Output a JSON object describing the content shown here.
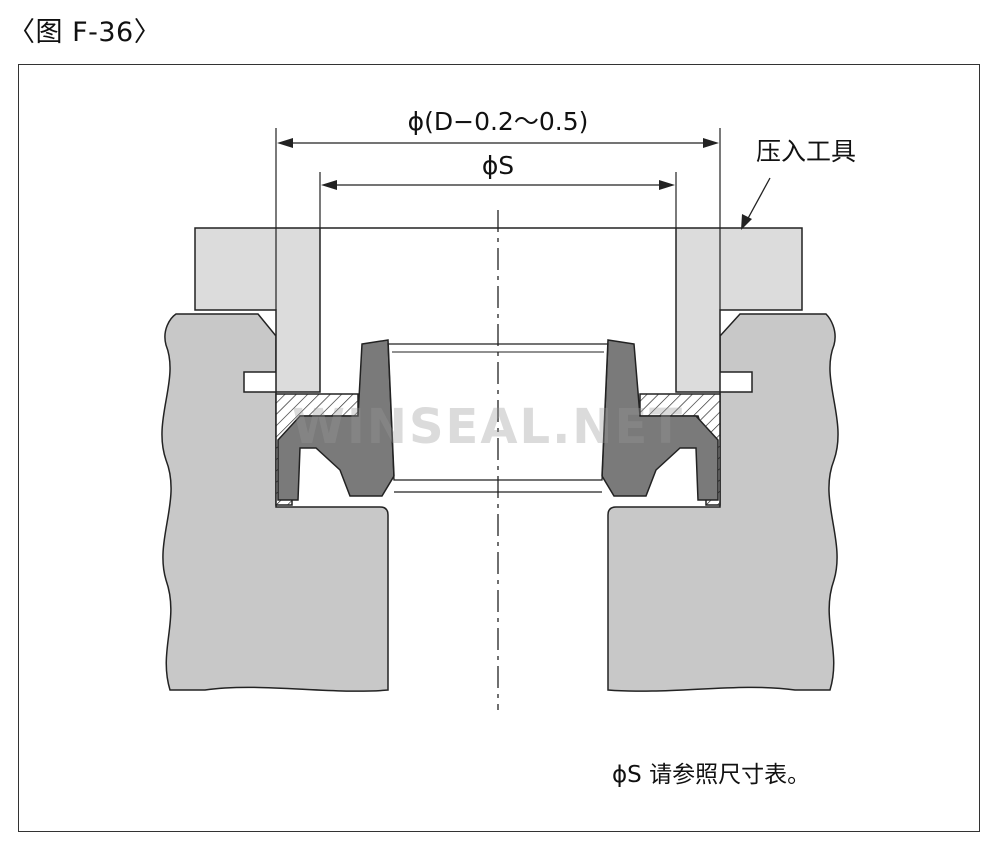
{
  "caption": "〈图 F-36〉",
  "labels": {
    "outer_dimension": "ϕ(D−0.2〜0.5)",
    "inner_dimension": "ϕS",
    "tool": "压入工具",
    "note": "ϕS 请参照尺寸表。"
  },
  "watermark": "WINSEAL.NET",
  "colors": {
    "housing": "#c8c8c8",
    "tool": "#dcdcdc",
    "seal_rubber": "#7a7a7a",
    "line": "#222222"
  }
}
